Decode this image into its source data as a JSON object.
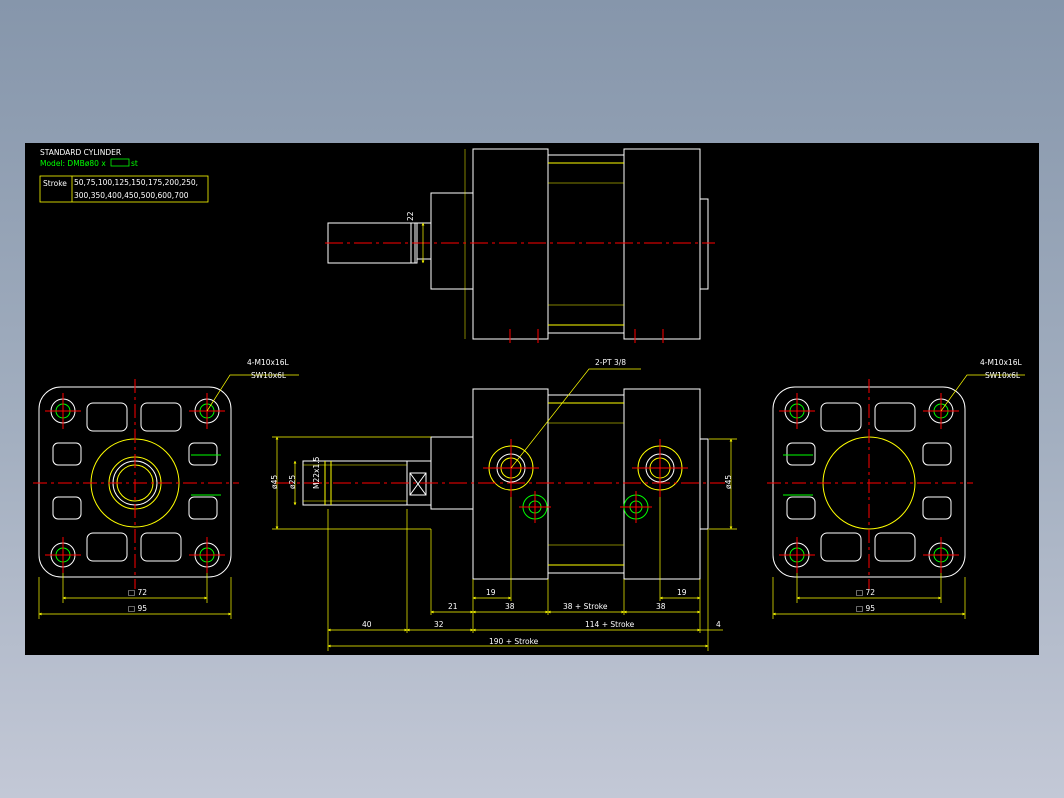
{
  "header": {
    "title": "STANDARD CYLINDER",
    "model_prefix": "Model: DMBø80 x",
    "model_suffix": "st"
  },
  "stroke_table": {
    "label": "Stroke",
    "row1": "50,75,100,125,150,175,200,250,",
    "row2": "300,350,400,450,500,600,700"
  },
  "callouts": {
    "left_mount_1": "4-M10x16L",
    "left_mount_2": "SW10x6L",
    "right_mount_1": "4-M10x16L",
    "right_mount_2": "SW10x6L",
    "port": "2-PT 3/8"
  },
  "dims": {
    "top_rod": "22",
    "rod_thread": "M22x1.5",
    "rod_dia": "ø25",
    "boss_dia": "ø45",
    "rear_boss_dia": "ø45",
    "left_bolt": "□ 72",
    "left_body": "□ 95",
    "right_bolt": "□ 72",
    "right_body": "□ 95",
    "d21": "21",
    "d19a": "19",
    "d38a": "38",
    "d38s": "38 + Stroke",
    "d38b": "38",
    "d19b": "19",
    "d40": "40",
    "d32": "32",
    "d114": "114 + Stroke",
    "d4": "4",
    "d190": "190 + Stroke"
  },
  "colors": {
    "background": "#000000",
    "outline": "#ffffff",
    "dimension": "#ffff00",
    "centerline": "#ff0000",
    "accent": "#00ff00",
    "window_gradient_top": "#8696ab"
  }
}
